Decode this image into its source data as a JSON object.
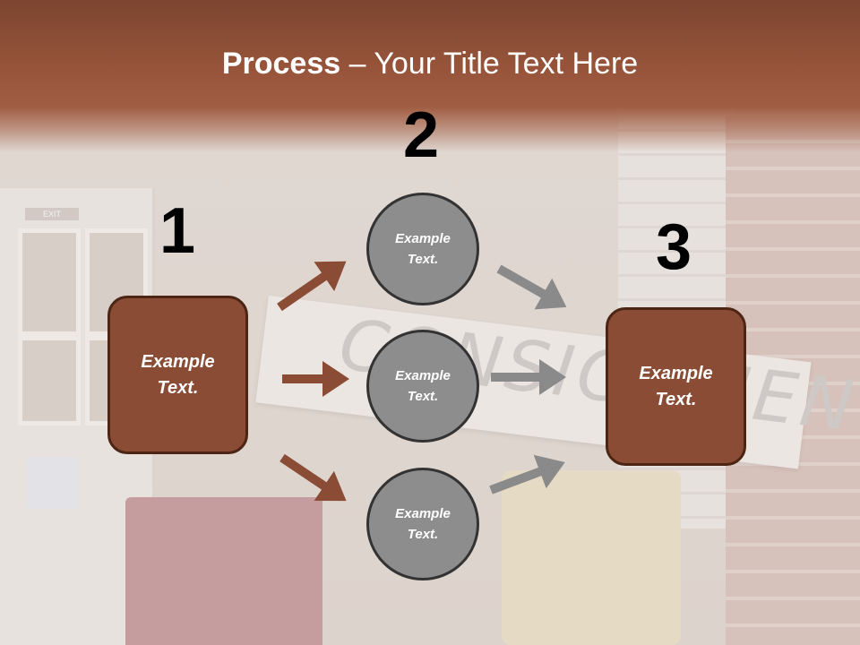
{
  "slide": {
    "title_bold": "Process",
    "title_rest": " – Your Title Text Here"
  },
  "background": {
    "exit_sign": "EXIT",
    "sign_text": "CONSIGNMENTS"
  },
  "steps": {
    "one": "1",
    "two": "2",
    "three": "3"
  },
  "box_left": {
    "line1": "Example",
    "line2": "Text."
  },
  "box_right": {
    "line1": "Example",
    "line2": "Text."
  },
  "circles": [
    {
      "line1": "Example",
      "line2": "Text."
    },
    {
      "line1": "Example",
      "line2": "Text."
    },
    {
      "line1": "Example",
      "line2": "Text."
    }
  ],
  "colors": {
    "header": "#97543a",
    "box_fill": "#8a4c34",
    "box_border": "#4c2515",
    "circle_fill": "#8d8d8d",
    "arrow_brown": "#8a4c34",
    "arrow_gray": "#8a8a8a"
  }
}
